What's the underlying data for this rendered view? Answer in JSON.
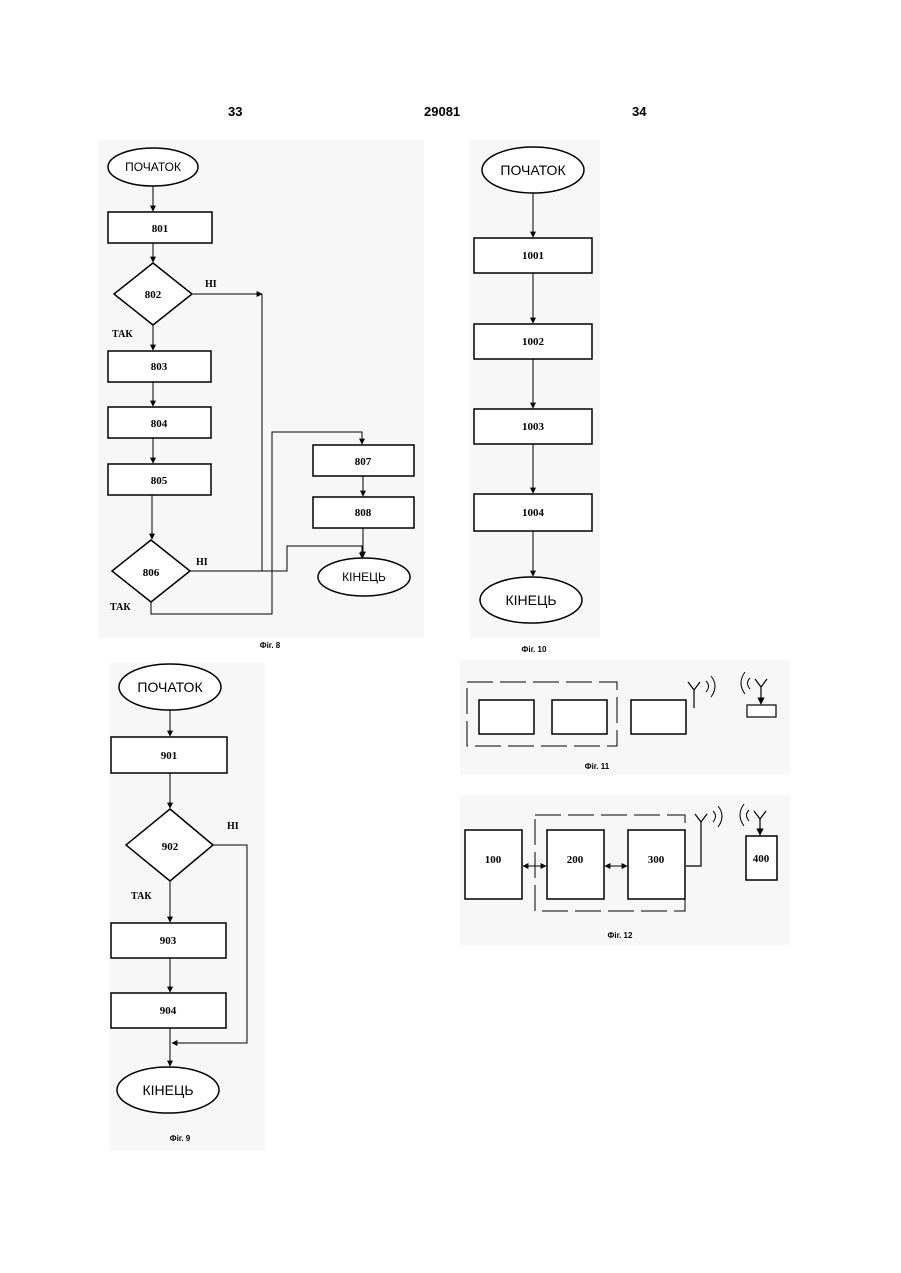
{
  "header": {
    "page_left": "33",
    "patent_number": "29081",
    "page_right": "34"
  },
  "common": {
    "start": "ПОЧАТОК",
    "end": "КІНЕЦЬ",
    "yes": "ТАК",
    "no": "НІ"
  },
  "fig8": {
    "caption": "Фіг. 8",
    "boxes": [
      "801",
      "803",
      "804",
      "805",
      "807",
      "808"
    ],
    "decisions": [
      "802",
      "806"
    ]
  },
  "fig9": {
    "caption": "Фіг. 9",
    "boxes": [
      "901",
      "903",
      "904"
    ],
    "decisions": [
      "902"
    ]
  },
  "fig10": {
    "caption": "Фіг. 10",
    "boxes": [
      "1001",
      "1002",
      "1003",
      "1004"
    ]
  },
  "fig11": {
    "caption": "Фіг. 11"
  },
  "fig12": {
    "caption": "Фіг. 12",
    "blocks": [
      "100",
      "200",
      "300",
      "400"
    ]
  },
  "colors": {
    "ink": "#000000",
    "paper": "#ffffff",
    "scan_tint": "#f7f7f7"
  }
}
